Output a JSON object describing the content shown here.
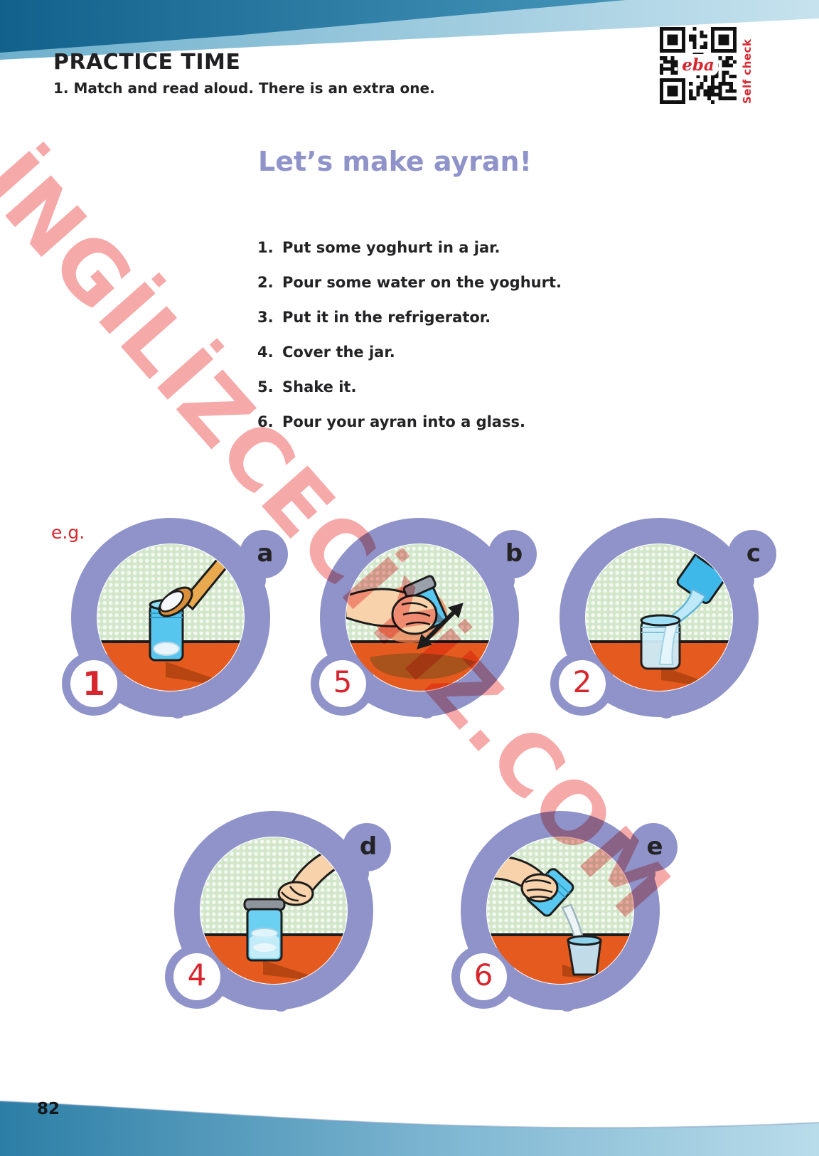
{
  "header": {
    "title": "PRACTICE TIME",
    "instruction": "1. Match and read aloud. There is an extra one."
  },
  "qr": {
    "logo": "eba",
    "side_label": "Self check"
  },
  "activity": {
    "title": "Let’s make ayran!",
    "example_label": "e.g.",
    "steps": [
      {
        "num": "1.",
        "text": "Put some yoghurt in a jar."
      },
      {
        "num": "2.",
        "text": "Pour some water on the yoghurt."
      },
      {
        "num": "3.",
        "text": "Put it in the refrigerator."
      },
      {
        "num": "4.",
        "text": "Cover the jar."
      },
      {
        "num": "5.",
        "text": "Shake it."
      },
      {
        "num": "6.",
        "text": "Pour your ayran into a glass."
      }
    ],
    "cards": [
      {
        "letter": "a",
        "answer": "1",
        "scene": "put-yoghurt-in-jar"
      },
      {
        "letter": "b",
        "answer": "5",
        "scene": "shake-jar"
      },
      {
        "letter": "c",
        "answer": "2",
        "scene": "pour-water-into-jar"
      },
      {
        "letter": "d",
        "answer": "4",
        "scene": "cover-jar"
      },
      {
        "letter": "e",
        "answer": "6",
        "scene": "pour-ayran-into-glass"
      }
    ]
  },
  "watermark": "İNGİLİZCECİYİZ.COM",
  "page": {
    "number": "82"
  },
  "colors": {
    "purple": "#8F93C9",
    "red": "#D8262E",
    "pink": "#F6A9A9",
    "orange": "#E55A1E",
    "green": "#D2E7CA",
    "band-dark": "#11618C",
    "band-light": "#C2E0ED"
  }
}
